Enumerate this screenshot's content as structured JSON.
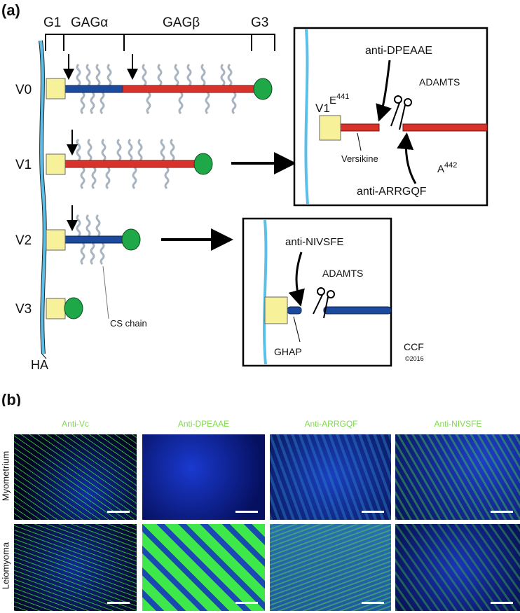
{
  "panel_a": {
    "label": "(a)",
    "domains": {
      "g1": "G1",
      "gag_alpha": "GAGα",
      "gag_beta": "GAGβ",
      "g3": "G3"
    },
    "isoforms": [
      "V0",
      "V1",
      "V2",
      "V3"
    ],
    "cs_chain": "CS chain",
    "ha": "HA",
    "inset_v1": {
      "isoform": "V1",
      "antibody_top": "anti-DPEAAE",
      "enzyme": "ADAMTS",
      "cleavage_left": "E",
      "cleavage_left_sup": "441",
      "fragment": "Versikine",
      "cleavage_right": "A",
      "cleavage_right_sup": "442",
      "antibody_bottom": "anti-ARRGQF"
    },
    "inset_v2": {
      "antibody": "anti-NIVSFE",
      "enzyme": "ADAMTS",
      "fragment": "GHAP"
    },
    "credit": "CCF",
    "copyright": "©2016",
    "colors": {
      "ha": "#5bc0e8",
      "g1": "#f7f29a",
      "gag_alpha": "#1c4a9c",
      "gag_beta": "#d9322b",
      "g3": "#1ea847",
      "cs": "#a8b4c0"
    }
  },
  "panel_b": {
    "label": "(b)",
    "columns": [
      "Anti-Vc",
      "Anti-DPEAAE",
      "Anti-ARRGQF",
      "Anti-NIVSFE"
    ],
    "rows": [
      "Myometrium",
      "Leiomyoma"
    ]
  }
}
